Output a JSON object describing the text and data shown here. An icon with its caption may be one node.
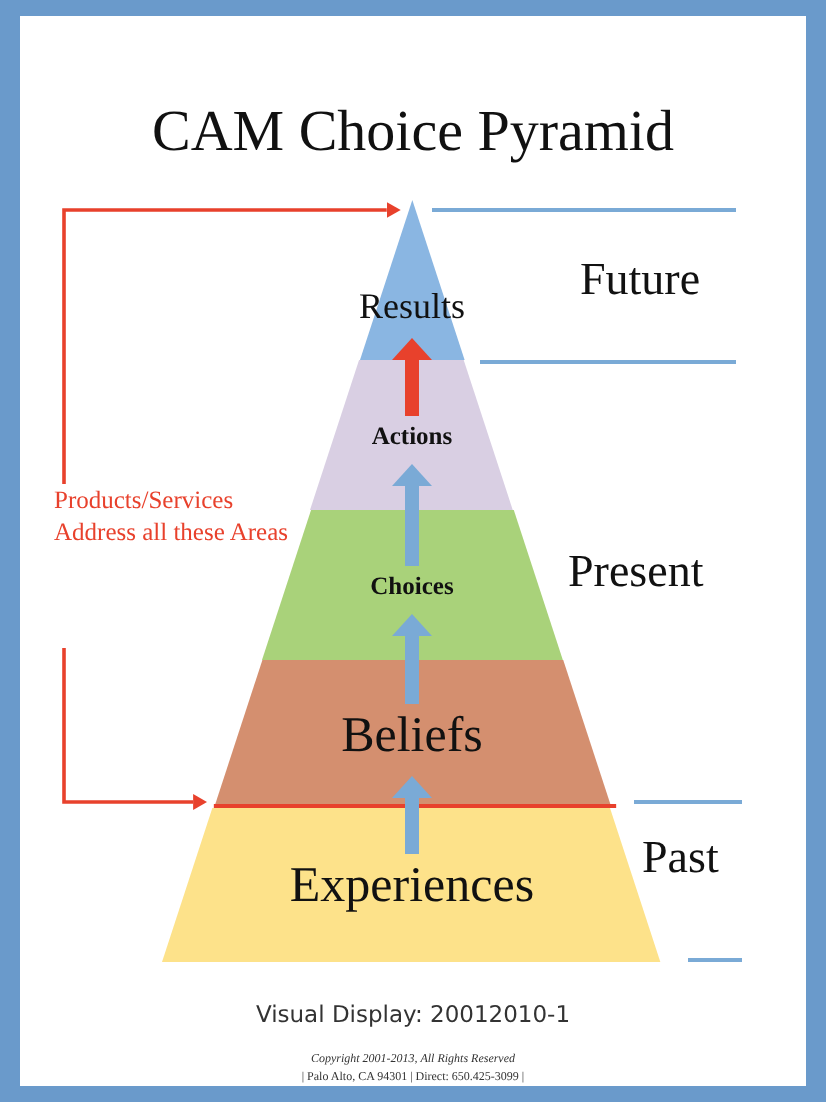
{
  "diagram": {
    "title": "CAM Choice Pyramid",
    "nodes": [
      {
        "text": [
          "Results"
        ]
      },
      {
        "text": [
          "Actions"
        ]
      },
      {
        "text": [
          "Choices"
        ]
      },
      {
        "text": [
          "Beliefs"
        ]
      },
      {
        "text": [
          "Experiences"
        ]
      },
      {
        "text": [
          "Products/Services Address all these Areas"
        ]
      }
    ],
    "edges": [
      {
        "from": 1,
        "to": 0,
        "arrow": "to"
      },
      {
        "from": 2,
        "to": 1,
        "arrow": "to",
        "color": "#7aaad6"
      },
      {
        "from": 3,
        "to": 2,
        "arrow": "to",
        "color": "#7aaad6"
      },
      {
        "from": 4,
        "to": 3,
        "arrow": "to",
        "color": "#7aaad6"
      },
      {
        "from": 5,
        "to": 0,
        "arrow": "to"
      },
      {
        "from": 5,
        "to": 4,
        "arrow": "to"
      }
    ],
    "labels": [
      "Future",
      "Present",
      "Past",
      "Visual Display: 20012010-1",
      "Copyright 2001-2013, All Rights Reserved",
      "| Palo Alto, CA 94301 | Direct: 650.425-3099 |"
    ]
  }
}
